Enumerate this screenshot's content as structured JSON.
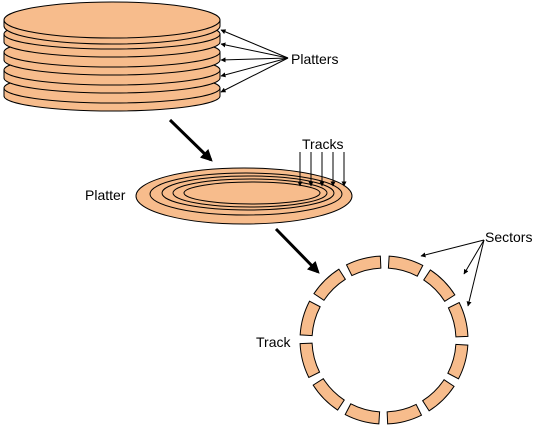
{
  "colors": {
    "fill": "#f7bc8c",
    "stroke": "#000000",
    "background": "#ffffff"
  },
  "labels": {
    "platters": "Platters",
    "platter": "Platter",
    "tracks": "Tracks",
    "sectors": "Sectors",
    "track": "Track"
  },
  "stack": {
    "platter_count": 5
  },
  "platter_view": {
    "ring_count": 5,
    "track_arrow_count": 5
  },
  "track_view": {
    "sector_count": 12
  }
}
